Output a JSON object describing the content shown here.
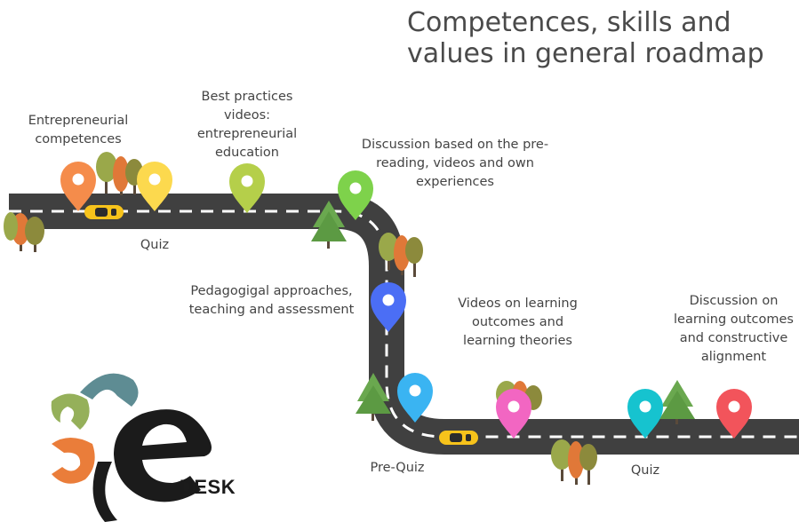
{
  "title": "Competences, skills and values in general roadmap",
  "labels": {
    "entrepreneurial": "Entrepreneurial competences",
    "best_practices": "Best practices videos: entrepreneurial education",
    "discussion_pre": "Discussion based on the pre-reading, videos and own experiences",
    "quiz_1": "Quiz",
    "pedagogical": "Pedagogigal approaches, teaching and assessment",
    "videos_lo": "Videos on learning outcomes and learning theories",
    "discussion_lo": "Discussion on learning outcomes and constructive alignment",
    "pre_quiz": "Pre-Quiz",
    "quiz_2": "Quiz"
  },
  "logo": {
    "text": "DESK"
  },
  "colors": {
    "road": "#404040",
    "dash": "#ffffff",
    "pin_orange": "#f58c4b",
    "pin_yellow": "#fcd94e",
    "pin_lime": "#b5cf4a",
    "pin_green": "#7ed24b",
    "pin_blue": "#4b6ef5",
    "pin_sky": "#3ab4f2",
    "pin_pink": "#f266c2",
    "pin_teal": "#16c3cf",
    "pin_red": "#f2545b",
    "car": "#f7c31b"
  }
}
